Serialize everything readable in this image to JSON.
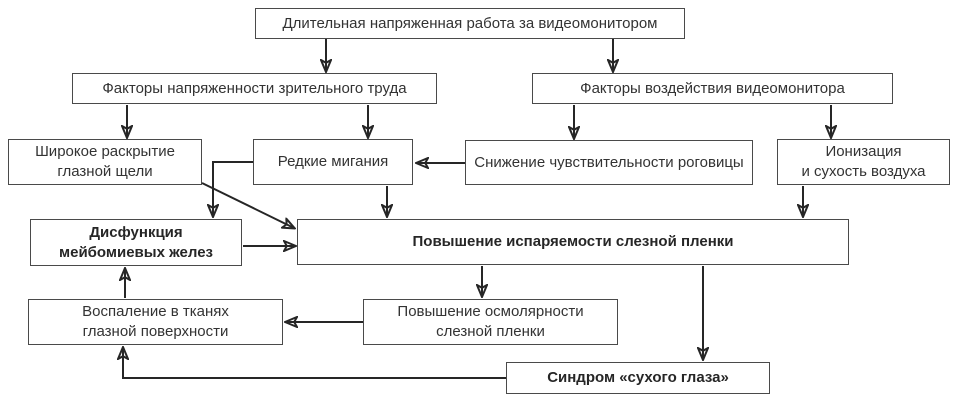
{
  "diagram": {
    "background_color": "#ffffff",
    "line_color": "#262626",
    "box_border_color": "#4a4a4a",
    "nodes": [
      {
        "id": "prolonged-work",
        "label": "Длительная напряженная работа за видеомонитором",
        "bold": false
      },
      {
        "id": "visual-strain-factors",
        "label": "Факторы напряженности зрительного труда",
        "bold": false
      },
      {
        "id": "monitor-impact-factors",
        "label": "Факторы воздействия видеомонитора",
        "bold": false
      },
      {
        "id": "wide-palpebral-opening",
        "label": "Широкое раскрытие\nглазной щели",
        "bold": false
      },
      {
        "id": "rare-blinking",
        "label": "Редкие мигания",
        "bold": false
      },
      {
        "id": "reduced-corneal-sensitivity",
        "label": "Снижение чувствительности роговицы",
        "bold": false
      },
      {
        "id": "air-ionization-dryness",
        "label": "Ионизация\nи сухость воздуха",
        "bold": false
      },
      {
        "id": "meibomian-gland-dysfunction",
        "label": "Дисфункция\nмейбомиевых желез",
        "bold": true
      },
      {
        "id": "increased-tear-film-evaporation",
        "label": "Повышение испаряемости слезной пленки",
        "bold": true
      },
      {
        "id": "ocular-surface-inflammation",
        "label": "Воспаление в тканях\nглазной поверхности",
        "bold": false
      },
      {
        "id": "increased-tear-film-osmolarity",
        "label": "Повышение осмолярности\nслезной пленки",
        "bold": false
      },
      {
        "id": "dry-eye-syndrome",
        "label": "Синдром «сухого глаза»",
        "bold": true
      }
    ],
    "edges": [
      {
        "from": "prolonged-work",
        "to": "visual-strain-factors"
      },
      {
        "from": "prolonged-work",
        "to": "monitor-impact-factors"
      },
      {
        "from": "visual-strain-factors",
        "to": "wide-palpebral-opening"
      },
      {
        "from": "visual-strain-factors",
        "to": "rare-blinking"
      },
      {
        "from": "monitor-impact-factors",
        "to": "reduced-corneal-sensitivity"
      },
      {
        "from": "monitor-impact-factors",
        "to": "air-ionization-dryness"
      },
      {
        "from": "reduced-corneal-sensitivity",
        "to": "rare-blinking"
      },
      {
        "from": "rare-blinking",
        "to": "meibomian-gland-dysfunction"
      },
      {
        "from": "wide-palpebral-opening",
        "to": "increased-tear-film-evaporation"
      },
      {
        "from": "meibomian-gland-dysfunction",
        "to": "increased-tear-film-evaporation"
      },
      {
        "from": "rare-blinking",
        "to": "increased-tear-film-evaporation"
      },
      {
        "from": "air-ionization-dryness",
        "to": "increased-tear-film-evaporation"
      },
      {
        "from": "increased-tear-film-evaporation",
        "to": "increased-tear-film-osmolarity"
      },
      {
        "from": "increased-tear-film-evaporation",
        "to": "dry-eye-syndrome"
      },
      {
        "from": "increased-tear-film-osmolarity",
        "to": "ocular-surface-inflammation"
      },
      {
        "from": "ocular-surface-inflammation",
        "to": "meibomian-gland-dysfunction"
      },
      {
        "from": "dry-eye-syndrome",
        "to": "ocular-surface-inflammation"
      }
    ]
  }
}
